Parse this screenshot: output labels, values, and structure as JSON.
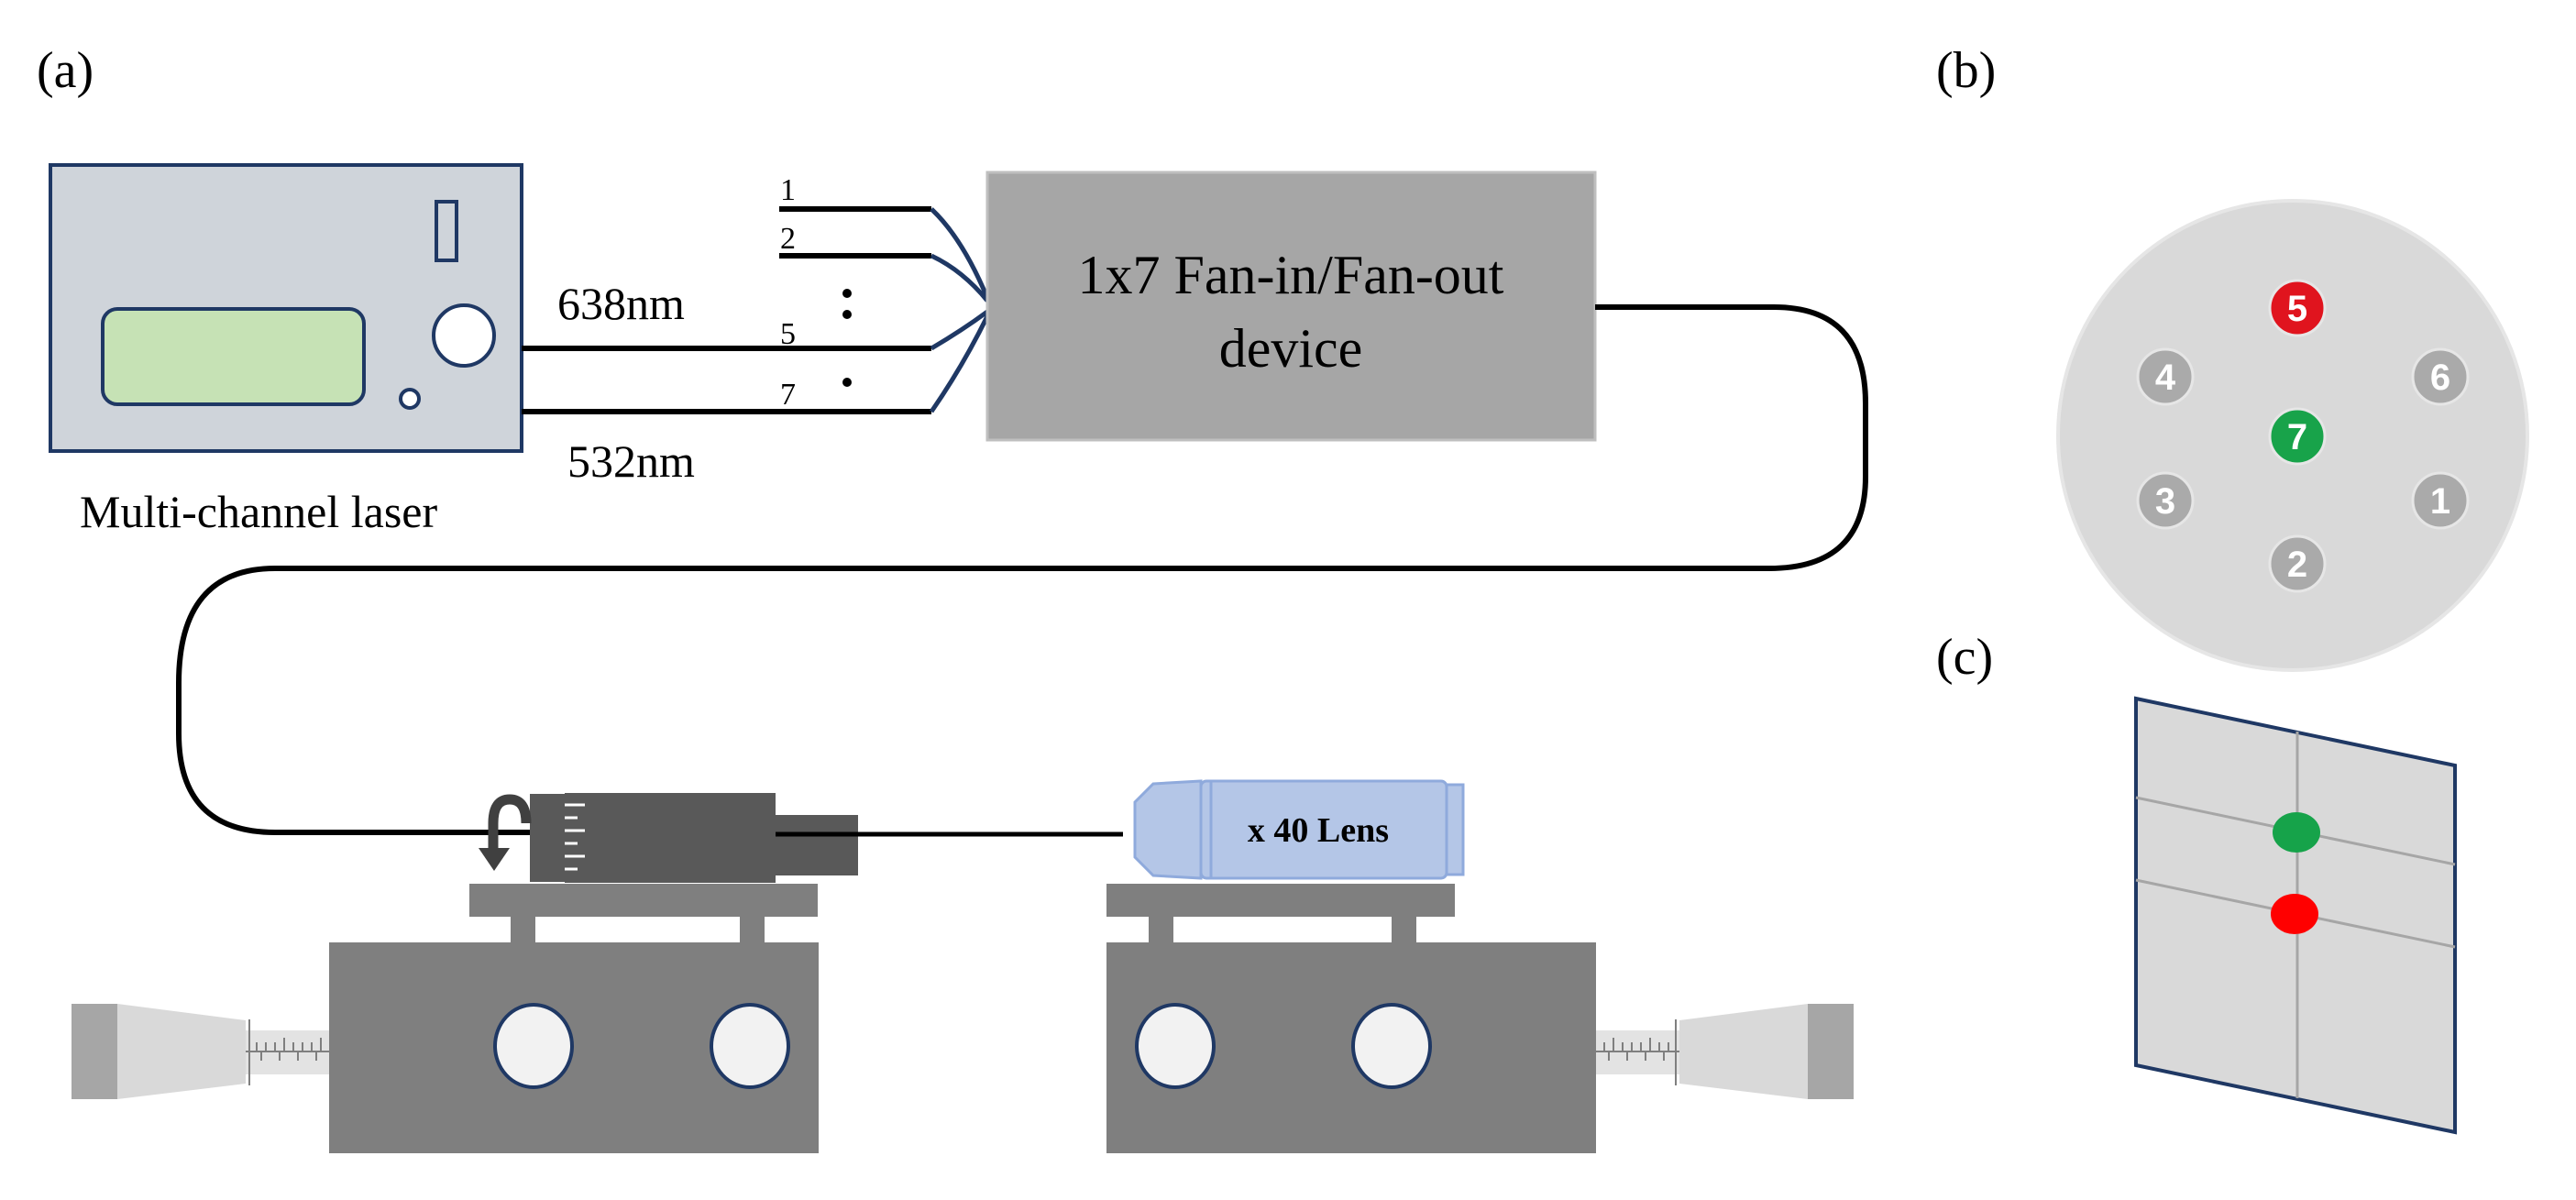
{
  "panels": {
    "a": "(a)",
    "b": "(b)",
    "c": "(c)"
  },
  "laser": {
    "label": "Multi-channel laser",
    "wavelength_top": "638nm",
    "wavelength_bottom": "532nm"
  },
  "fiber_ports": {
    "port_1": "1",
    "port_2": "2",
    "port_5": "5",
    "port_7": "7"
  },
  "fan_device": {
    "line1": "1x7 Fan-in/Fan-out",
    "line2": "device"
  },
  "lens": {
    "label": "x 40 Lens"
  },
  "fiber_cross_section": {
    "cores": [
      {
        "id": "core-1",
        "label": "1",
        "color": "#aaaaaa"
      },
      {
        "id": "core-2",
        "label": "2",
        "color": "#aaaaaa"
      },
      {
        "id": "core-3",
        "label": "3",
        "color": "#aaaaaa"
      },
      {
        "id": "core-4",
        "label": "4",
        "color": "#aaaaaa"
      },
      {
        "id": "core-5",
        "label": "5",
        "color": "#e0141e"
      },
      {
        "id": "core-6",
        "label": "6",
        "color": "#aaaaaa"
      },
      {
        "id": "core-7",
        "label": "7",
        "color": "#18a34a"
      }
    ]
  },
  "colors": {
    "laser_body": "#cfd4da",
    "laser_screen": "#c6e2b5",
    "device_gray": "#a6a6a6",
    "stage_gray": "#7f7f7f",
    "lens_blue": "#b4c6e7",
    "red_spot": "#ff0000",
    "green_spot": "#16a34a",
    "outline_navy": "#1f3864"
  }
}
